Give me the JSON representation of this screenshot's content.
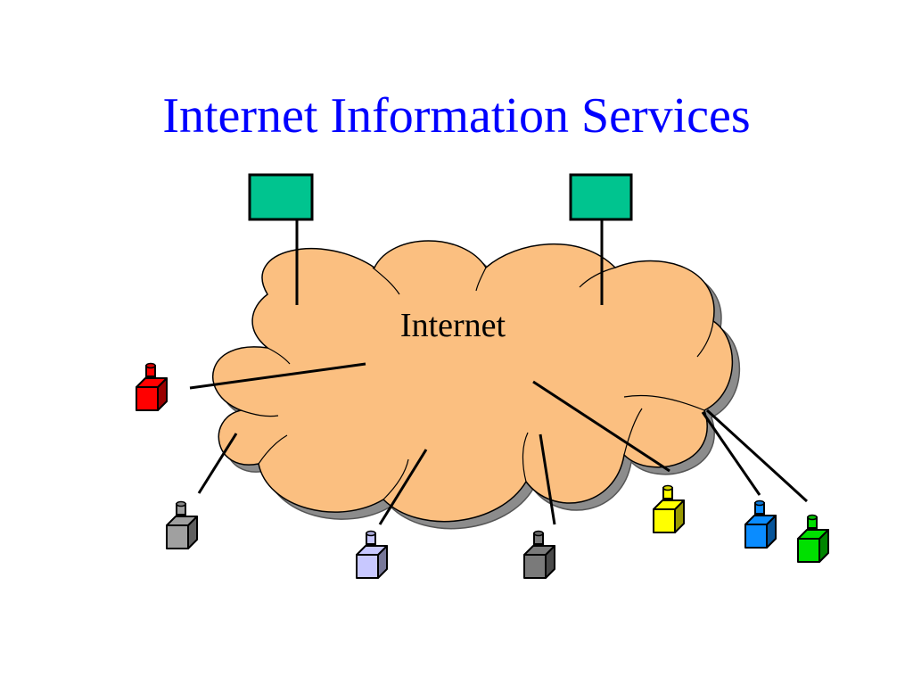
{
  "title": "Internet Information Services",
  "cloud": {
    "label": "Internet",
    "fill": "#FBBF80",
    "shadow": "#8c8c8c"
  },
  "servers": [
    {
      "id": "server-left",
      "color": "#00C48F"
    },
    {
      "id": "server-right",
      "color": "#00C48F"
    }
  ],
  "clients": [
    {
      "id": "client-red",
      "color": "#FF0000"
    },
    {
      "id": "client-gray",
      "color": "#A0A0A0"
    },
    {
      "id": "client-lavender",
      "color": "#C8C8FF"
    },
    {
      "id": "client-dark-gray",
      "color": "#7A7A7A"
    },
    {
      "id": "client-yellow",
      "color": "#FFFF00"
    },
    {
      "id": "client-blue",
      "color": "#0A8CFF"
    },
    {
      "id": "client-green",
      "color": "#00E000"
    }
  ]
}
